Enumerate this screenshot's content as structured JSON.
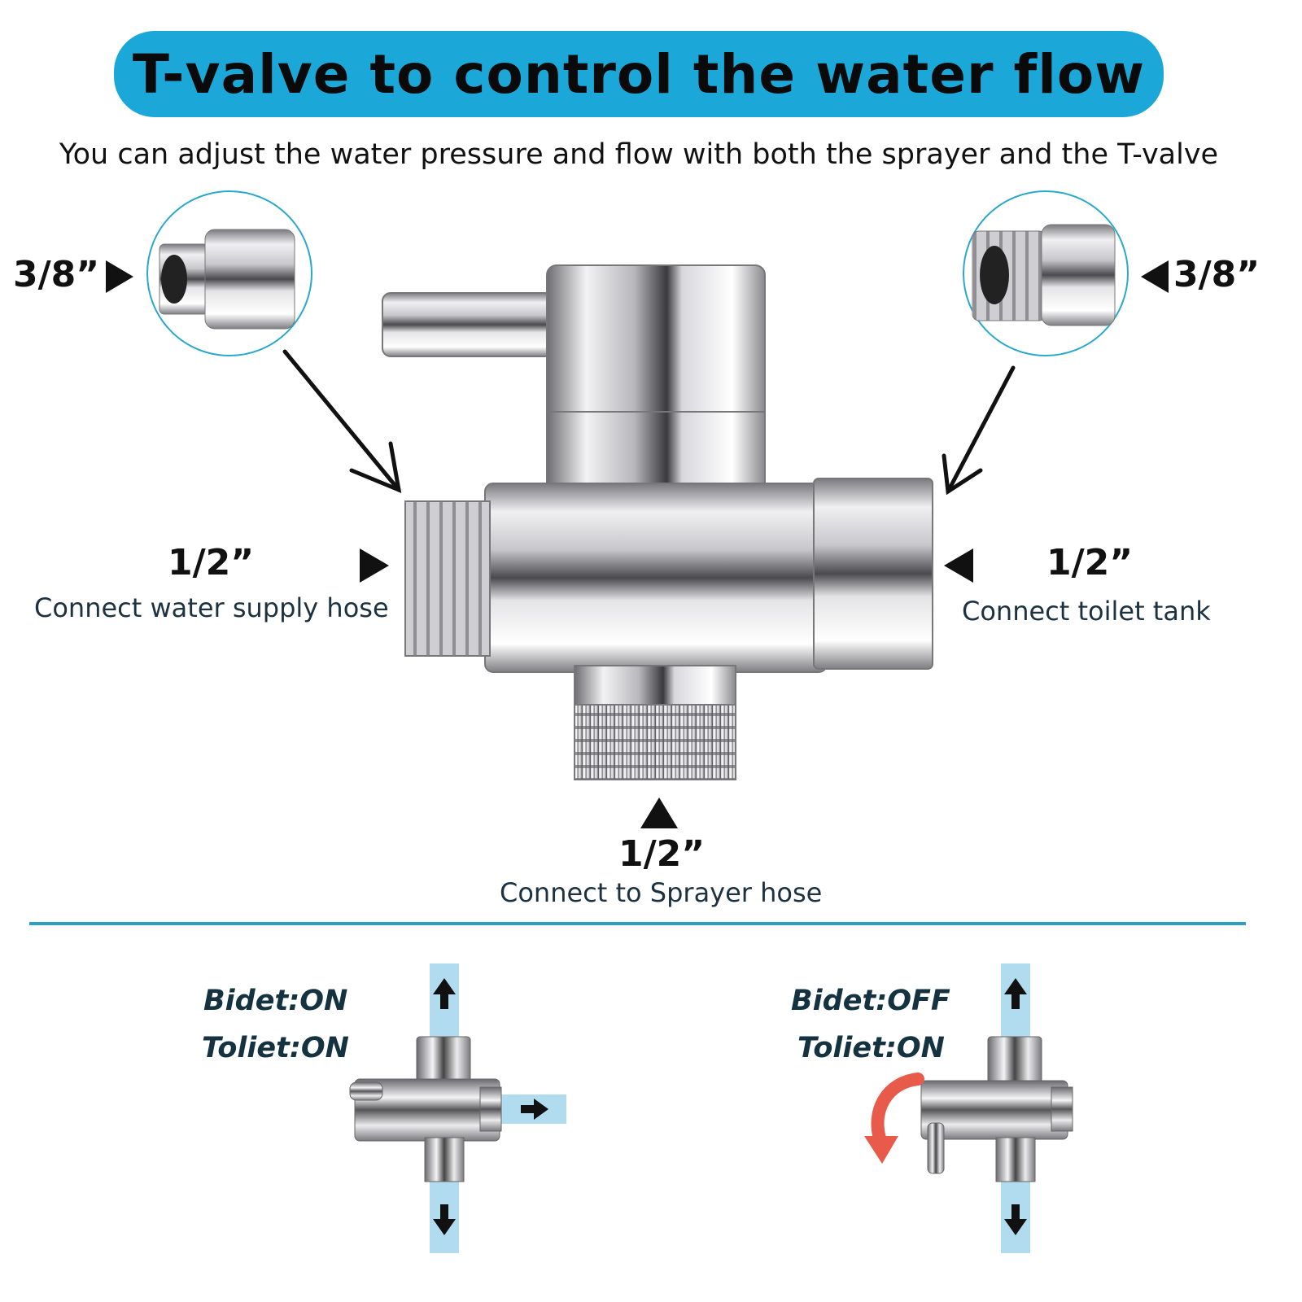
{
  "banner": {
    "title": "T-valve to control the water flow"
  },
  "subtitle": "You can adjust the water pressure and flow with both the sprayer and the T-valve",
  "inlet_left": {
    "size": "3/8”"
  },
  "inlet_right": {
    "size": "3/8”"
  },
  "port_left": {
    "size": "1/2”",
    "description": "Connect water supply hose"
  },
  "port_right": {
    "size": "1/2”",
    "description": "Connect toilet tank"
  },
  "port_bottom": {
    "size": "1/2”",
    "description": "Connect to Sprayer hose"
  },
  "state_on": {
    "bidet": "Bidet:ON",
    "toilet": "Toliet:ON"
  },
  "state_off": {
    "bidet": "Bidet:OFF",
    "toilet": "Toliet:ON"
  },
  "colors": {
    "banner": "#1ba8d8",
    "divider": "#2a9fc4",
    "flow": "#a9d8ee",
    "rotate_arrow": "#e85a4a"
  }
}
